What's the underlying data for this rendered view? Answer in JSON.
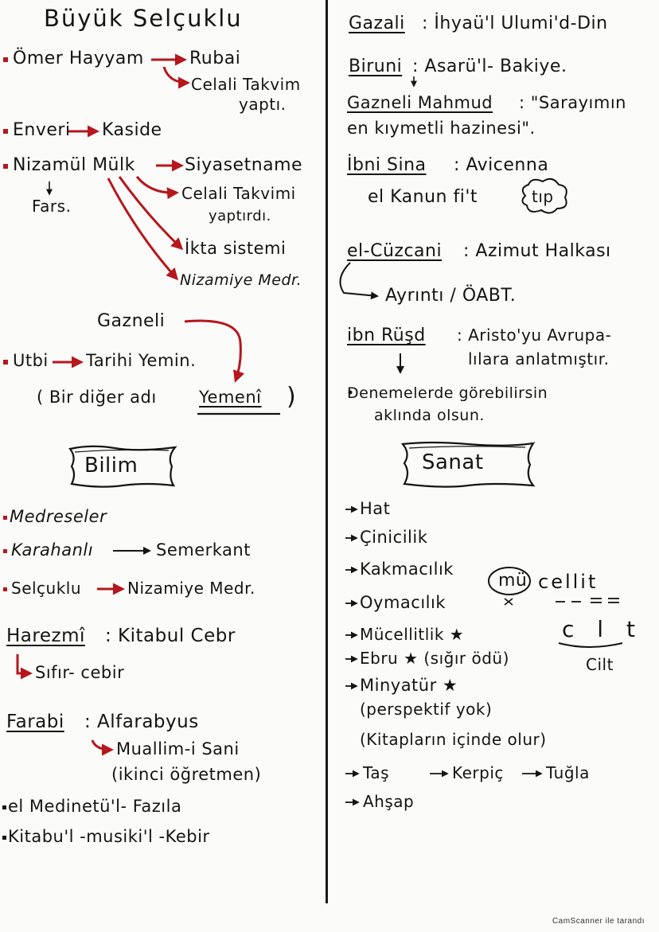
{
  "left": {
    "title": "Büyük Selçuklu",
    "omer": "Ömer Hayyam",
    "rubai": "Rubai",
    "celali1": "Celali Takvim",
    "celali1b": "yaptı.",
    "enveri": "Enveri",
    "kaside": "Kaside",
    "nizamulmulk": "Nizamül Mülk",
    "siyasetname": "Siyasetname",
    "fars": "Fars.",
    "celali2": "Celali Takvimi",
    "celali2b": "yaptırdı.",
    "ikta": "İkta sistemi",
    "nizamiye": "Nizamiye Medr.",
    "gazneli": "Gazneli",
    "utbi": "Utbi",
    "tarihi": "Tarihi Yemin.",
    "bir_diger": "( Bir diğer adı",
    "yemeni": "Yemenî",
    "paren_close": ")",
    "bilim": "Bilim",
    "medreseler": "Medreseler",
    "karahanli": "Karahanlı",
    "semerkant": "Semerkant",
    "selcuklu": "Selçuklu",
    "nizamiye2": "Nizamiye Medr.",
    "harezmi": "Harezmî",
    "kitabul_cebr": ": Kitabul Cebr",
    "sifir": "Sıfır- cebir",
    "farabi": "Farabi",
    "alfarabyus": ": Alfarabyus",
    "muallim": "Muallim-i Sani",
    "ikinci": "(ikinci öğretmen)",
    "medinetul": "el Medinetü'l- Fazıla",
    "kitabul_musiki": "Kitabu'l -musiki'l -Kebir"
  },
  "right": {
    "gazali": "Gazali",
    "ihya": ": İhyaü'l Ulumi'd-Din",
    "biruni": "Biruni",
    "asarul": ": Asarü'l- Bakiye.",
    "gazneli_mahmud": "Gazneli Mahmud",
    "sarayimin": ": \"Sarayımın",
    "en_kiymetli": "en kıymetli hazinesi\".",
    "ibni_sina": "İbni Sina",
    "avicenna": ": Avicenna",
    "el_kanun": "el Kanun fi't",
    "tip": "tıp",
    "cuzcani": "el-Cüzcani",
    "azimut": ": Azimut Halkası",
    "ayrinti": "Ayrıntı / ÖABT.",
    "ibn_rusd": "ibn Rüşd",
    "aristo": ": Aristo'yu Avrupa-",
    "aristo2": "lılara anlatmıştır.",
    "denemelerde": "Denemelerde görebilirsin",
    "aklinda": "aklında olsun.",
    "sanat": "Sanat",
    "hat": "Hat",
    "cinicilik": "Çinicilik",
    "kakmacilik": "Kakmacılık",
    "oymacilik": "Oymacılık",
    "mucellitlik": "Mücellitlik ★",
    "ebru": "Ebru ★ (sığır ödü)",
    "minyatur": "Minyatür ★",
    "perspektif": "(perspektif yok)",
    "kitaplarin": "(Kitapların içinde olur)",
    "tas": "Taş",
    "kerpic": "Kerpiç",
    "tugla": "Tuğla",
    "ahsap": "Ahşap",
    "mu": "mü",
    "cellit": "cellit",
    "cilt_letters": "c l t",
    "cilt": "Cilt"
  },
  "footer": "CamScanner ile tarandı",
  "colors": {
    "ink": "#141414",
    "red": "#b5171d",
    "paper": "#fbfbf9"
  }
}
